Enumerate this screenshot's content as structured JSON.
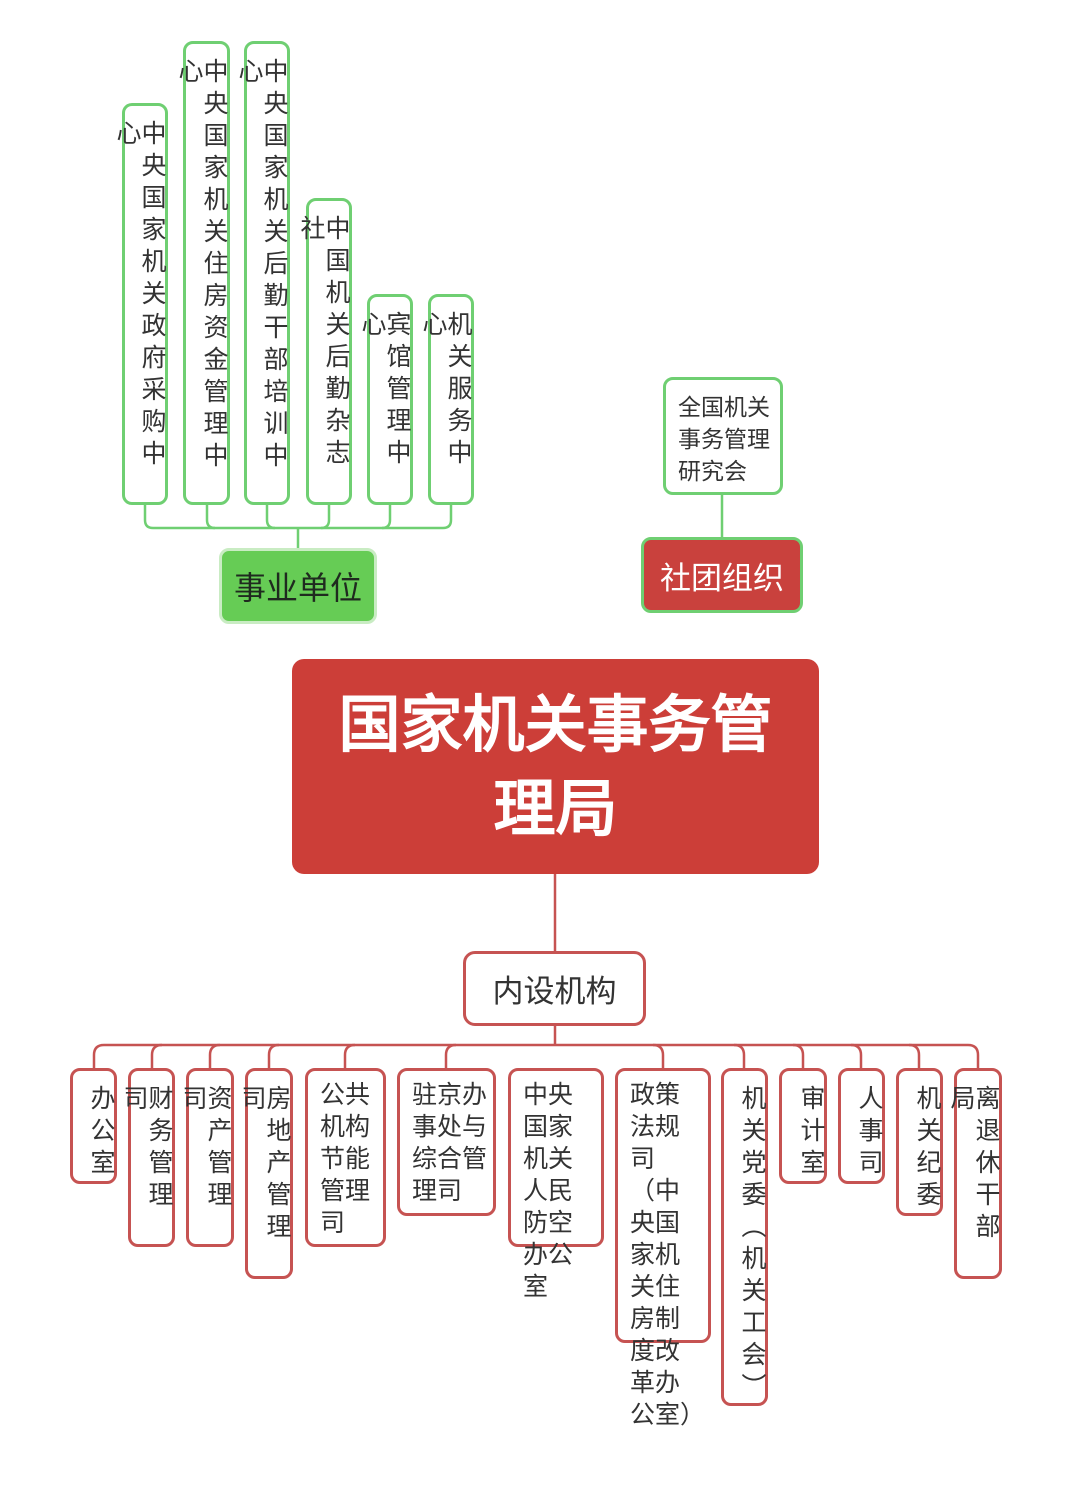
{
  "main_node": {
    "label": "国家机关事务管理局"
  },
  "public_institutions": {
    "label": "事业单位",
    "children": [
      "中央国家机关政府采购中心",
      "中央国家机关住房资金管理中心",
      "中央国家机关后勤干部培训中心",
      "中国机关后勤杂志社",
      "宾馆管理中心",
      "机关服务中心"
    ]
  },
  "social_organization": {
    "label": "社团组织",
    "children": [
      "全国机关事务管理研究会"
    ]
  },
  "internal_departments": {
    "label": "内设机构",
    "children": [
      "办公室",
      "财务管理司",
      "资产管理司",
      "房地产管理司",
      "公共机构节能管理司",
      "驻京办事处与综合管理司",
      "中央国家机关人民防空办公室",
      "政策法规司（中央国家机关住房制度改革办公室）",
      "机关党委（机关工会）",
      "审计室",
      "人事司",
      "机关纪委",
      "离退休干部局"
    ]
  },
  "colors": {
    "green_border": "#6fcf72",
    "green_fill": "#66cc55",
    "red_fill": "#cc3e38",
    "red_border": "#c65352"
  }
}
